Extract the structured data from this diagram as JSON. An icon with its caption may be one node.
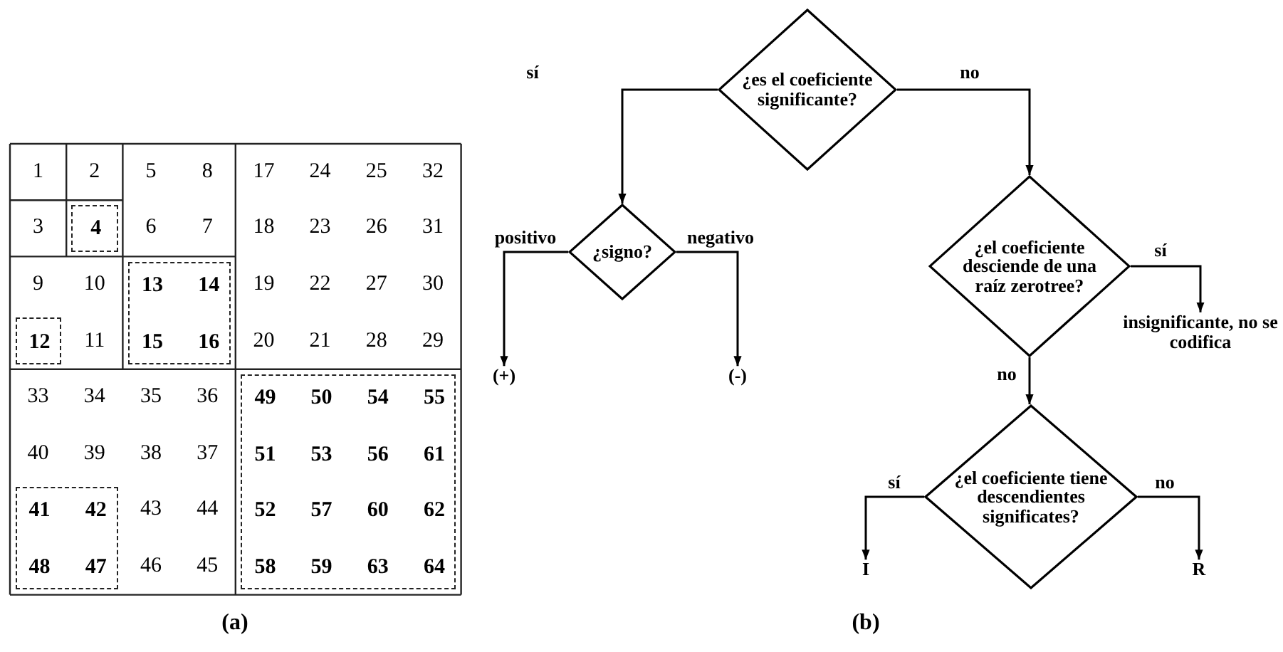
{
  "diagram": {
    "nodes": [
      {
        "text": [
          "4"
        ]
      },
      {
        "text": [
          "13",
          "14",
          "15",
          "16"
        ]
      },
      {
        "text": [
          "12"
        ]
      },
      {
        "text": [
          "49",
          "50",
          "54",
          "55",
          "51",
          "53",
          "56",
          "61",
          "52",
          "57",
          "60",
          "62",
          "58",
          "59",
          "63",
          "64"
        ]
      },
      {
        "text": [
          "41",
          "42",
          "48",
          "47"
        ]
      },
      {
        "text": [
          "¿es el coeficiente significante?"
        ]
      },
      {
        "text": [
          "¿signo?"
        ]
      },
      {
        "text": [
          "¿el coeficiente desciende de una raíz zerotree?"
        ]
      },
      {
        "text": [
          "(+)"
        ]
      },
      {
        "text": [
          "(-)"
        ]
      },
      {
        "text": [
          "insignificante, no se codifica"
        ]
      },
      {
        "text": [
          "¿el coeficiente tiene descendientes significates?"
        ]
      },
      {
        "text": [
          "I"
        ]
      },
      {
        "text": [
          "R"
        ]
      }
    ],
    "edges": [
      {
        "from": 5,
        "to": 6,
        "arrow": "to",
        "label": "sí"
      },
      {
        "from": 5,
        "to": 7,
        "arrow": "to",
        "label": "no"
      },
      {
        "from": 6,
        "to": 8,
        "arrow": "to",
        "label": "positivo"
      },
      {
        "from": 6,
        "to": 9,
        "arrow": "to",
        "label": "negativo"
      },
      {
        "from": 7,
        "to": 10,
        "arrow": "to",
        "label": "sí"
      },
      {
        "from": 7,
        "to": 11,
        "arrow": "to",
        "label": "no"
      },
      {
        "from": 11,
        "to": 12,
        "arrow": "to",
        "label": "sí"
      },
      {
        "from": 11,
        "to": 13,
        "arrow": "to",
        "label": "no"
      }
    ],
    "labels": [
      "1",
      "2",
      "5",
      "8",
      "17",
      "24",
      "25",
      "32",
      "3",
      "6",
      "7",
      "18",
      "23",
      "26",
      "31",
      "9",
      "10",
      "19",
      "22",
      "27",
      "30",
      "11",
      "20",
      "21",
      "28",
      "29",
      "33",
      "34",
      "35",
      "36",
      "40",
      "39",
      "38",
      "37",
      "43",
      "44",
      "46",
      "45",
      "(a)",
      "(b)"
    ]
  }
}
